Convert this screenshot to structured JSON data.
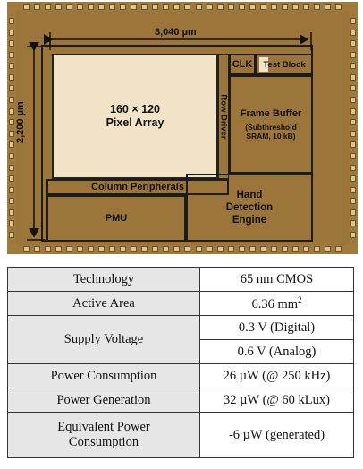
{
  "die": {
    "width_label": "3,040 µm",
    "height_label": "2,200 µm",
    "blocks": {
      "pixel_array_line1": "160 × 120",
      "pixel_array_line2": "Pixel Array",
      "row_driver": "Row Driver",
      "clk": "CLK",
      "test_block": "Test Block",
      "frame_buffer": "Frame Buffer",
      "frame_buffer_sub1": "(Subthreshold",
      "frame_buffer_sub2": "SRAM, 10 kB)",
      "column_peripherals": "Column Peripherals",
      "pmu": "PMU",
      "hand_line1": "Hand",
      "hand_line2": "Detection",
      "hand_line3": "Engine"
    }
  },
  "spec_table": {
    "technology": {
      "label": "Technology",
      "value": "65 nm CMOS"
    },
    "active_area": {
      "label": "Active Area",
      "value": "6.36 mm",
      "unit_sup": "2"
    },
    "supply_voltage": {
      "label": "Supply Voltage",
      "value_digital": "0.3 V (Digital)",
      "value_analog": "0.6 V (Analog)"
    },
    "power_consumption": {
      "label": "Power Consumption",
      "value": "26 µW (@ 250 kHz)"
    },
    "power_generation": {
      "label": "Power Generation",
      "value": "32 µW (@ 60 kLux)"
    },
    "equivalent_power": {
      "label_line1": "Equivalent Power",
      "label_line2": "Consumption",
      "value": "-6 µW (generated)"
    }
  }
}
